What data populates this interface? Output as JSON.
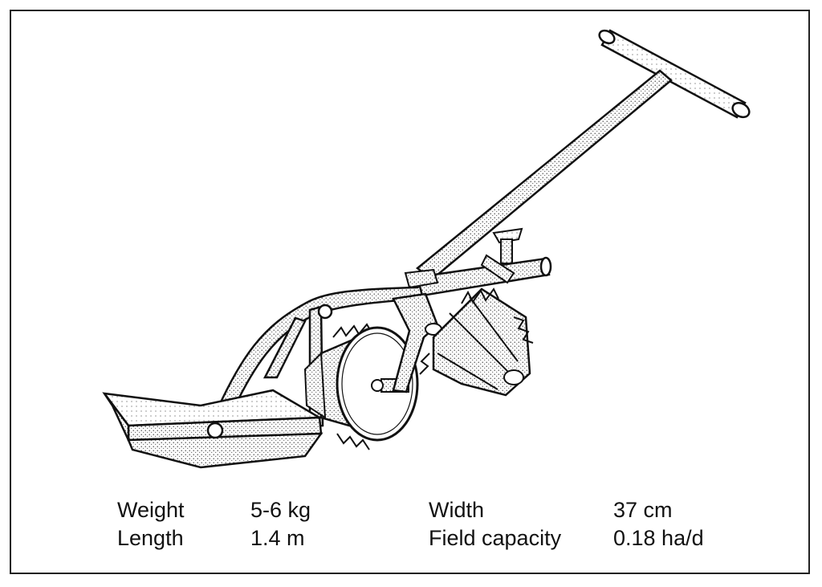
{
  "specs": [
    {
      "label": "Weight",
      "value": "5-6 kg"
    },
    {
      "label": "Length",
      "value": "1.4 m"
    },
    {
      "label": "Width",
      "value": "37 cm"
    },
    {
      "label": "Field capacity",
      "value": "0.18 ha/d"
    }
  ],
  "colors": {
    "line": "#111111",
    "background": "#ffffff"
  }
}
